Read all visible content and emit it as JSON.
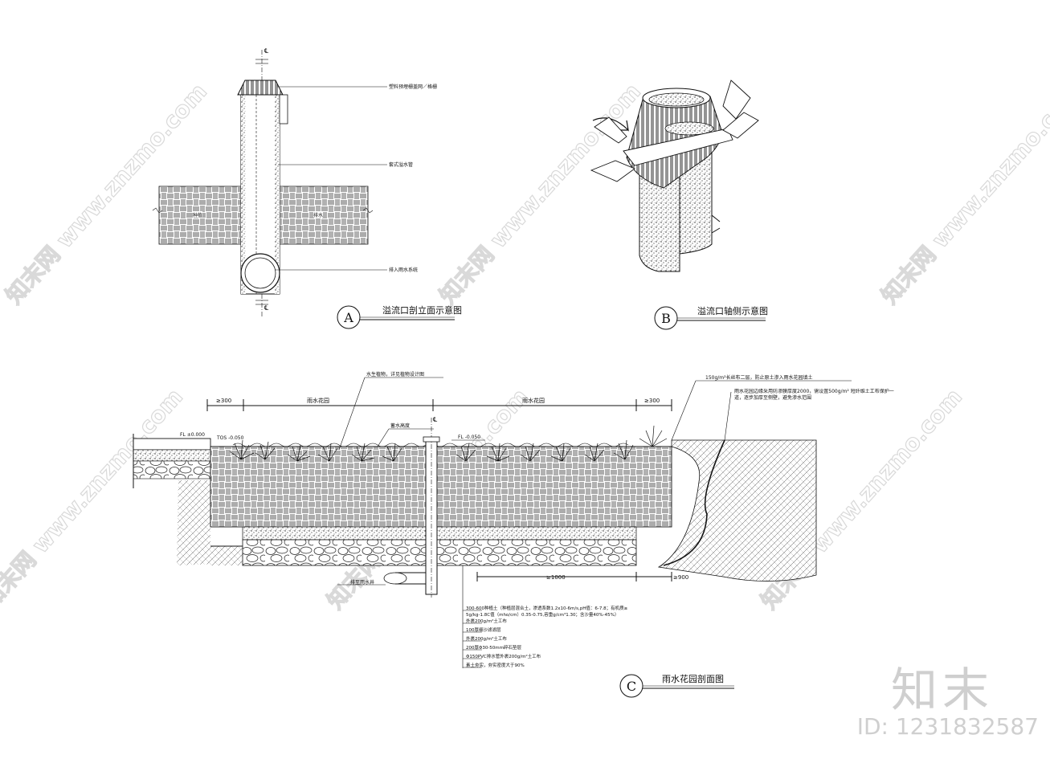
{
  "figures": {
    "a": {
      "marker": "A",
      "caption": "溢流口剖立面示意图",
      "labels": [
        "塑料预埋栅盖网／格栅",
        "套式溢水管",
        "排入雨水系统"
      ],
      "centerline": "℄",
      "inner_a": "种植",
      "inner_b": "排水"
    },
    "b": {
      "marker": "B",
      "caption": "溢流口轴侧示意图"
    },
    "c": {
      "marker": "C",
      "caption": "雨水花园剖面图",
      "top_dims": [
        "≥300",
        "雨水花园",
        "雨水花园",
        "≥300"
      ],
      "plant_note": "水生植物，详见植物设计图",
      "water_level": "蓄水高度",
      "fl_left": "FL ±0.000",
      "tos": "TOS -0.050",
      "fl_mid": "FL -0.050",
      "right_note1": "150g/m²长丝布二层，防止原土渗入雨水花园填土",
      "right_note2": "雨水花园边缘采用防渗膜厚度2000，需设置500g/m² 短纤维土工布保护一道，逐步加厚至侧壁，避免渗水范围",
      "bottom_dims": [
        "≥1000",
        "≥900"
      ],
      "pipe_label": "排至雨水井",
      "layers": [
        "300-600种植土（种植层混合土，渗透系数1.2x10-6m/s,pH值：6-7.8；有机质≥",
        "5g/kg-1.8C值（mho/cm）0.35-0.75,容重g/cm³1.30；含沙量40%-45%）",
        "外裹200g/m²土工布",
        "100厚细沙滤滤层",
        "外裹200g/m²土工布",
        "200厚Φ30-50mm碎石垫层",
        "Φ150PVC排水管外裹200g/m²土工布",
        "素土夯实，夯实密度大于90%"
      ]
    }
  },
  "watermarks": [
    "知末网 www.znzmo.com"
  ],
  "brand": {
    "logo": "知末",
    "id": "ID: 1231832587"
  }
}
